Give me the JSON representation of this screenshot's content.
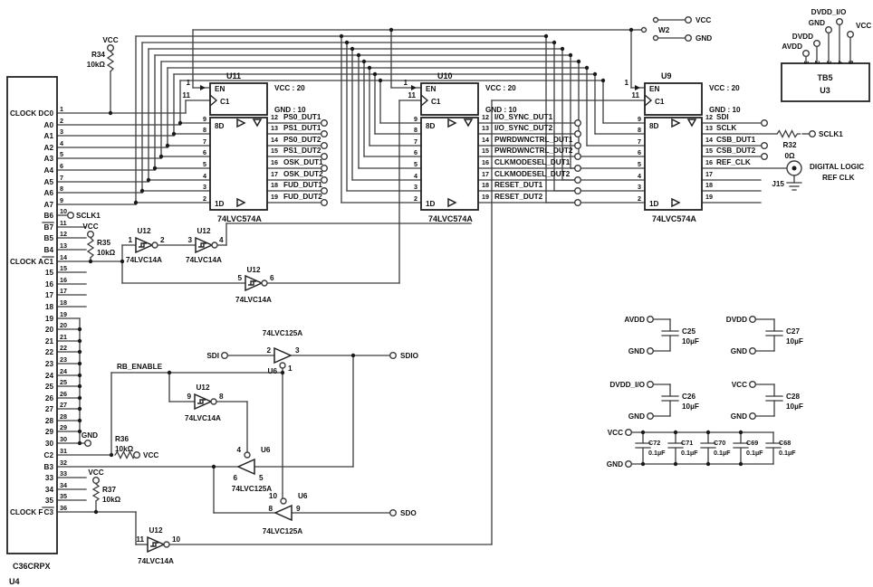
{
  "conn": {
    "refdes": "U4",
    "part": "C36CRPX",
    "grp1": "CLOCK D",
    "grp2": "CLOCK A",
    "grp3": "CLOCK F",
    "pins": [
      {
        "n": "1",
        "name": "C0"
      },
      {
        "n": "2",
        "name": "A0"
      },
      {
        "n": "3",
        "name": "A1"
      },
      {
        "n": "4",
        "name": "A2"
      },
      {
        "n": "5",
        "name": "A3"
      },
      {
        "n": "6",
        "name": "A4"
      },
      {
        "n": "7",
        "name": "A5"
      },
      {
        "n": "8",
        "name": "A6"
      },
      {
        "n": "9",
        "name": "A7"
      },
      {
        "n": "10",
        "name": "B6"
      },
      {
        "n": "11",
        "name": "B7"
      },
      {
        "n": "12",
        "name": "B5"
      },
      {
        "n": "13",
        "name": "B4"
      },
      {
        "n": "14",
        "name": "C1"
      },
      {
        "n": "15",
        "name": "15"
      },
      {
        "n": "16",
        "name": "16"
      },
      {
        "n": "17",
        "name": "17"
      },
      {
        "n": "18",
        "name": "18"
      },
      {
        "n": "19",
        "name": "19"
      },
      {
        "n": "20",
        "name": "20"
      },
      {
        "n": "21",
        "name": "21"
      },
      {
        "n": "22",
        "name": "22"
      },
      {
        "n": "23",
        "name": "23"
      },
      {
        "n": "24",
        "name": "24"
      },
      {
        "n": "25",
        "name": "25"
      },
      {
        "n": "26",
        "name": "26"
      },
      {
        "n": "27",
        "name": "27"
      },
      {
        "n": "28",
        "name": "28"
      },
      {
        "n": "29",
        "name": "29"
      },
      {
        "n": "30",
        "name": "30"
      },
      {
        "n": "31",
        "name": "C2"
      },
      {
        "n": "32",
        "name": "B3"
      },
      {
        "n": "33",
        "name": "33"
      },
      {
        "n": "34",
        "name": "34"
      },
      {
        "n": "35",
        "name": "35"
      },
      {
        "n": "36",
        "name": "C3"
      }
    ]
  },
  "u11": {
    "ref": "U11",
    "part": "74LVC574A",
    "vcc": "VCC : 20",
    "gnd": "GND : 10",
    "en": "EN",
    "clk": "C1",
    "dtop": "8D",
    "dbot": "1D",
    "pen": "1",
    "pclk": "11",
    "din": [
      "9",
      "8",
      "7",
      "6",
      "5",
      "4",
      "3",
      "2"
    ],
    "outs": [
      {
        "n": "12",
        "label": "PS0_DUT1"
      },
      {
        "n": "13",
        "label": "PS1_DUT1"
      },
      {
        "n": "14",
        "label": "PS0_DUT2"
      },
      {
        "n": "15",
        "label": "PS1_DUT2"
      },
      {
        "n": "16",
        "label": "OSK_DUT1"
      },
      {
        "n": "17",
        "label": "OSK_DUT2"
      },
      {
        "n": "18",
        "label": "FUD_DUT1"
      },
      {
        "n": "19",
        "label": "FUD_DUT2"
      }
    ]
  },
  "u10": {
    "ref": "U10",
    "part": "74LVC574A",
    "vcc": "VCC : 20",
    "gnd": "GND : 10",
    "en": "EN",
    "clk": "C1",
    "dtop": "8D",
    "dbot": "1D",
    "pen": "1",
    "pclk": "11",
    "din": [
      "9",
      "8",
      "7",
      "6",
      "5",
      "4",
      "3",
      "2"
    ],
    "outs": [
      {
        "n": "12",
        "label": "I/O_SYNC_DUT1"
      },
      {
        "n": "13",
        "label": "I/O_SYNC_DUT2"
      },
      {
        "n": "14",
        "label": "PWRDWNCTRL_DUT1"
      },
      {
        "n": "15",
        "label": "PWRDWNCTRL_DUT2"
      },
      {
        "n": "16",
        "label": "CLKMODESEL_DUT1"
      },
      {
        "n": "17",
        "label": "CLKMODESEL_DUT2"
      },
      {
        "n": "18",
        "label": "RESET_DUT1"
      },
      {
        "n": "19",
        "label": "RESET_DUT2"
      }
    ]
  },
  "u9": {
    "ref": "U9",
    "part": "74LVC574A",
    "vcc": "VCC : 20",
    "gnd": "GND : 10",
    "en": "EN",
    "clk": "C1",
    "dtop": "8D",
    "dbot": "1D",
    "pen": "1",
    "pclk": "11",
    "din": [
      "9",
      "8",
      "7",
      "6",
      "5",
      "4",
      "3",
      "2"
    ],
    "outs": [
      {
        "n": "12",
        "label": "SDI"
      },
      {
        "n": "13",
        "label": "SCLK"
      },
      {
        "n": "14",
        "label": "CSB_DUT1"
      },
      {
        "n": "15",
        "label": "CSB_DUT2"
      },
      {
        "n": "16",
        "label": "REF_CLK"
      },
      {
        "n": "17",
        "label": ""
      },
      {
        "n": "18",
        "label": ""
      },
      {
        "n": "19",
        "label": ""
      }
    ]
  },
  "u12": {
    "ref": "U12",
    "part": "74LVC14A",
    "g": [
      [
        "1",
        "2"
      ],
      [
        "3",
        "4"
      ],
      [
        "5",
        "6"
      ],
      [
        "9",
        "8"
      ],
      [
        "11",
        "10"
      ]
    ]
  },
  "u6": {
    "ref": "U6",
    "part": "74LVC125A",
    "g": [
      [
        "2",
        "3",
        "1"
      ],
      [
        "5",
        "6",
        "4"
      ],
      [
        "9",
        "8",
        "10"
      ]
    ]
  },
  "res": {
    "r34": [
      "R34",
      "10kΩ"
    ],
    "r35": [
      "R35",
      "10kΩ"
    ],
    "r36": [
      "R36",
      "10kΩ"
    ],
    "r37": [
      "R37",
      "10kΩ"
    ],
    "r32": [
      "R32",
      "0Ω"
    ]
  },
  "pwr": {
    "vcc": "VCC",
    "gnd": "GND",
    "avdd": "AVDD",
    "dvdd": "DVDD",
    "dvddio": "DVDD_I/O"
  },
  "net": {
    "sclk1": "SCLK1",
    "sdi": "SDI",
    "sdio": "SDIO",
    "sdo": "SDO",
    "rb": "RB_ENABLE"
  },
  "w2": {
    "ref": "W2",
    "a": "VCC",
    "b": "GND"
  },
  "tb5": {
    "name": "TB5",
    "ref": "U3",
    "pins": [
      [
        "1",
        "AVDD"
      ],
      [
        "2",
        "DVDD"
      ],
      [
        "3",
        "GND"
      ],
      [
        "4",
        "DVDD_I/O"
      ],
      [
        "5",
        "VCC"
      ]
    ]
  },
  "j15": {
    "ref": "J15",
    "l1": "DIGITAL LOGIC",
    "l2": "REF CLK"
  },
  "caps": {
    "c25": [
      "C25",
      "10µF"
    ],
    "c26": [
      "C26",
      "10µF"
    ],
    "c27": [
      "C27",
      "10µF"
    ],
    "c28": [
      "C28",
      "10µF"
    ],
    "bank": [
      [
        "C72",
        "0.1µF"
      ],
      [
        "C71",
        "0.1µF"
      ],
      [
        "C70",
        "0.1µF"
      ],
      [
        "C69",
        "0.1µF"
      ],
      [
        "C68",
        "0.1µF"
      ]
    ]
  }
}
